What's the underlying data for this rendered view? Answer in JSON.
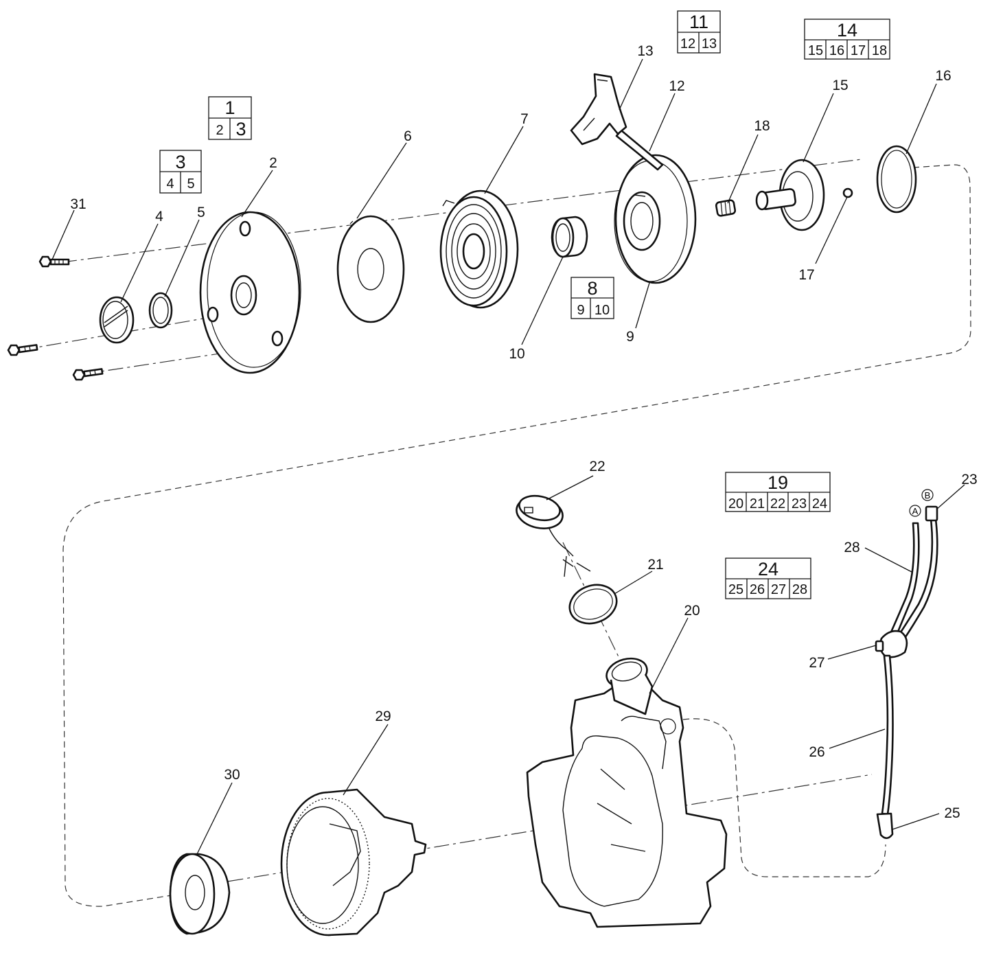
{
  "callouts": [
    "1",
    "2",
    "3",
    "4",
    "5",
    "6",
    "7",
    "8",
    "9",
    "10",
    "11",
    "12",
    "13",
    "14",
    "15",
    "16",
    "17",
    "18",
    "19",
    "20",
    "21",
    "22",
    "23",
    "24",
    "25",
    "26",
    "27",
    "28",
    "29",
    "30",
    "31"
  ],
  "groups": [
    {
      "main": "1",
      "subs": [
        "2",
        "3"
      ]
    },
    {
      "main": "3",
      "subs": [
        "4",
        "5"
      ]
    },
    {
      "main": "8",
      "subs": [
        "9",
        "10"
      ]
    },
    {
      "main": "11",
      "subs": [
        "12",
        "13"
      ]
    },
    {
      "main": "14",
      "subs": [
        "15",
        "16",
        "17",
        "18"
      ]
    },
    {
      "main": "19",
      "subs": [
        "20",
        "21",
        "22",
        "23",
        "24"
      ]
    },
    {
      "main": "24",
      "subs": [
        "25",
        "26",
        "27",
        "28"
      ]
    }
  ],
  "connector_marks": {
    "a": "A",
    "b": "B"
  }
}
